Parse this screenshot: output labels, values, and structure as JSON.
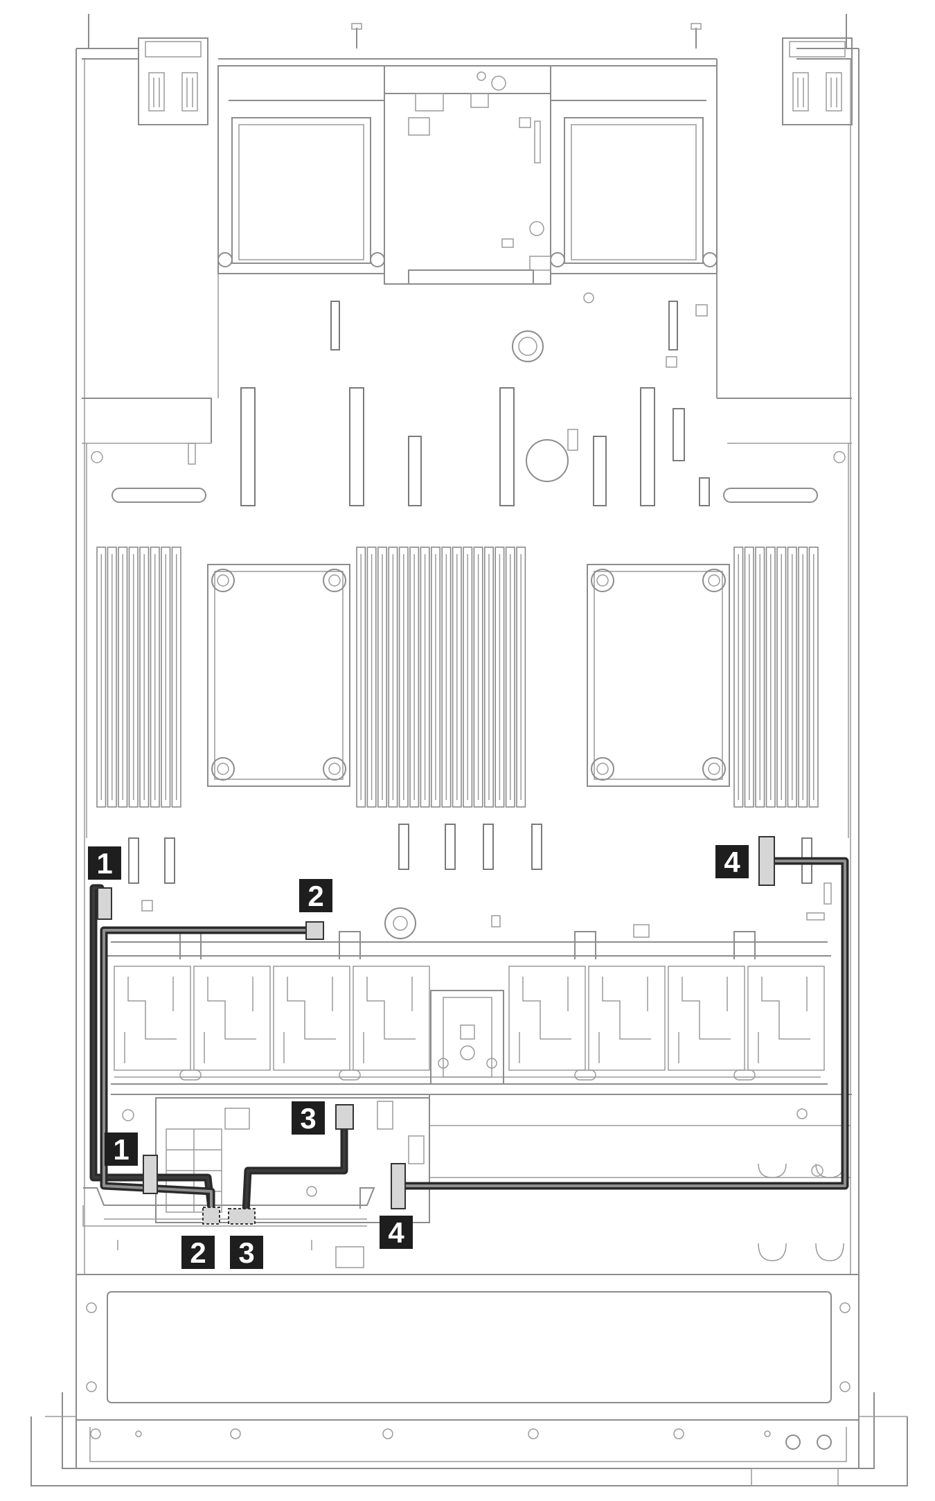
{
  "callouts": [
    {
      "id": "c1a",
      "label": "1"
    },
    {
      "id": "c2a",
      "label": "2"
    },
    {
      "id": "c4a",
      "label": "4"
    },
    {
      "id": "c3a",
      "label": "3"
    },
    {
      "id": "c1b",
      "label": "1"
    },
    {
      "id": "c4b",
      "label": "4"
    },
    {
      "id": "c2b",
      "label": "2"
    },
    {
      "id": "c3b",
      "label": "3"
    }
  ],
  "colors": {
    "line": "#8c8c8c",
    "cable_dark": "#2a2a2a",
    "cable_light": "#8f8f8f",
    "connector_fill": "#d6d6d6",
    "callout_fill": "#1e1e1e",
    "callout_text": "#ffffff"
  }
}
